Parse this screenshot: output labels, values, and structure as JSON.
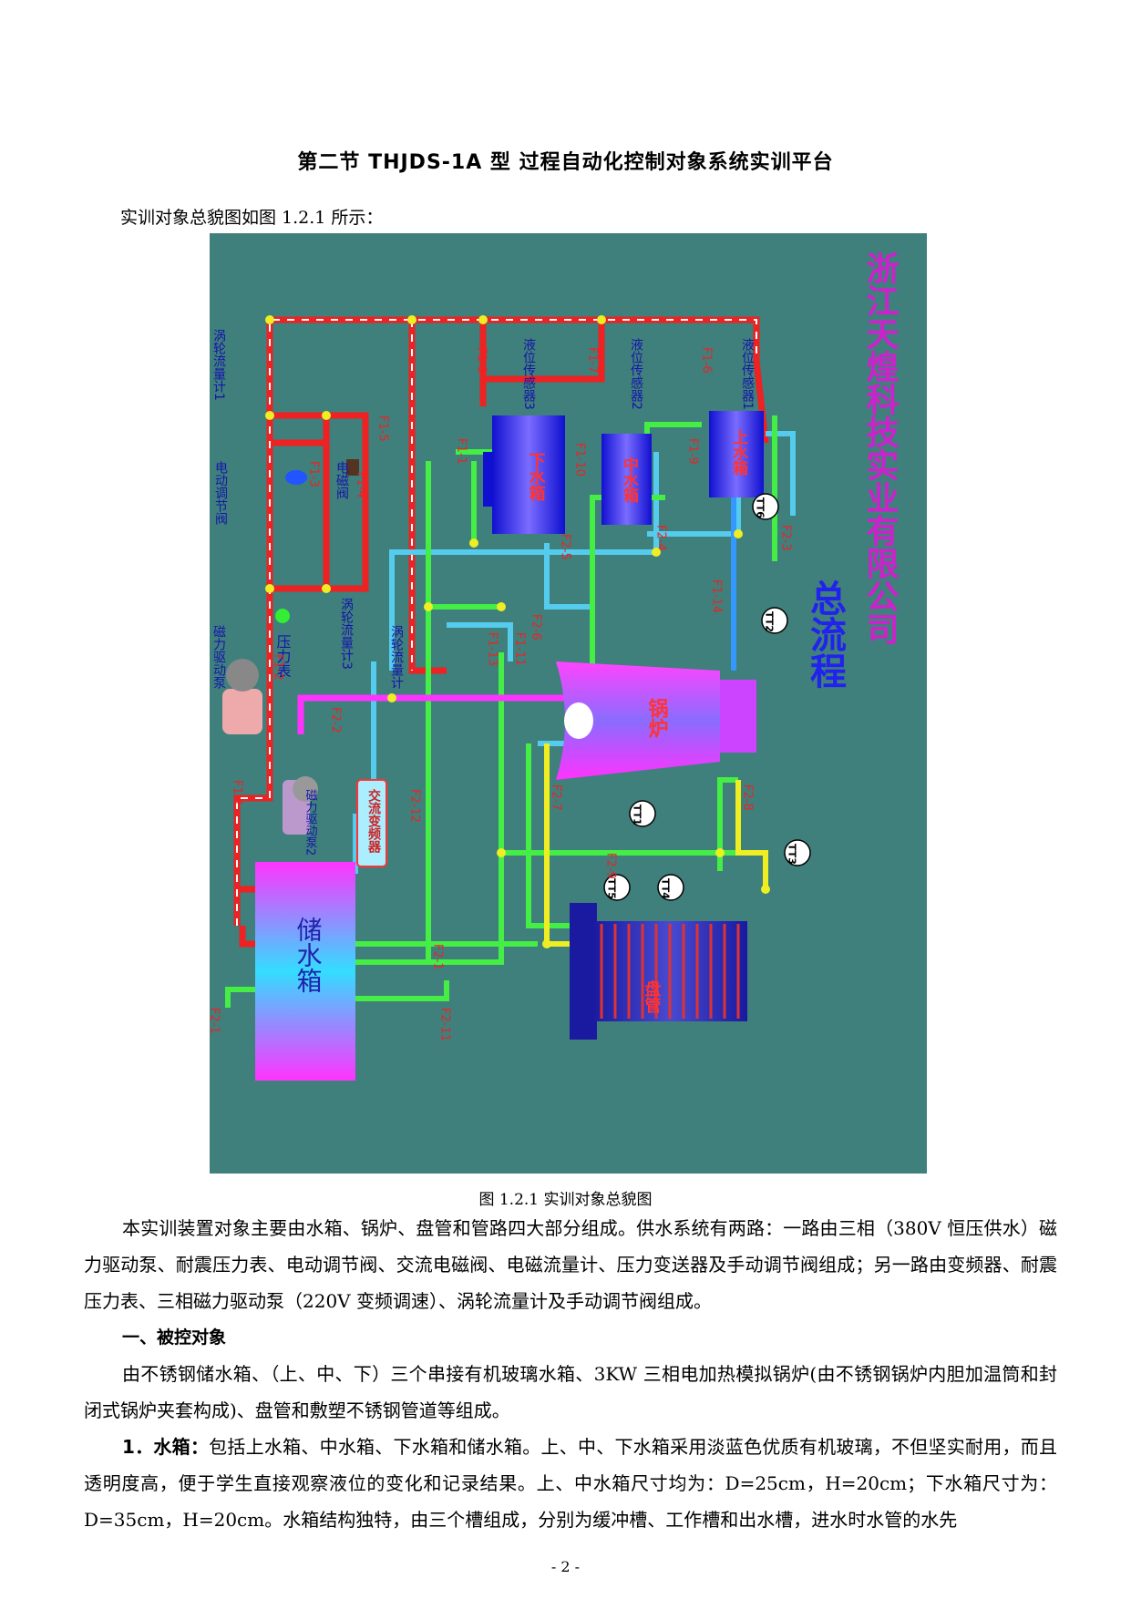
{
  "section_title": "第二节   THJDS-1A 型 过程自动化控制对象系统实训平台",
  "intro": "实训对象总貌图如图 1.2.1 所示：",
  "figure": {
    "company_title": "浙江天煌科技实业有限公司",
    "flow_title": "总流程",
    "labels": {
      "turbine_flow_1": "涡轮流量计1",
      "electric_valve": "电动调节阀",
      "solenoid_valve": "电磁阀",
      "pressure_gauge": "压力表",
      "mag_pump_1": "磁力驱动泵",
      "mag_pump_2": "磁力驱动泵2",
      "turbine_flow_3": "涡轮流量计3",
      "turbine_flow_2": "涡轮流量计",
      "vfd": "交流变频器",
      "level_sensor_3": "液位传感器3",
      "level_sensor_2": "液位传感器2",
      "level_sensor_1": "液位传感器1",
      "lower_tank": "下水箱",
      "middle_tank": "中水箱",
      "upper_tank": "上水箱",
      "boiler": "锅炉",
      "coil": "盘管",
      "storage_tank": "储水箱"
    },
    "valves": [
      "F1-5",
      "F1-8",
      "F1-7",
      "F1-6",
      "F1-1",
      "F1-10",
      "F1-9",
      "F1-3",
      "F1-4",
      "F2-5",
      "F2-4",
      "F2-3",
      "F1-14",
      "F2-6",
      "F1-13",
      "F1-11",
      "F1-2",
      "F2-2",
      "F2-12",
      "F1-1",
      "F2-7",
      "F2-8",
      "F2-9",
      "F2-1",
      "F2-11",
      "F2-1"
    ],
    "sensors": [
      "TT6",
      "TT2",
      "TT1",
      "TT5",
      "TT4",
      "TT3"
    ]
  },
  "caption": "图 1.2.1   实训对象总貌图",
  "paragraph1": "本实训装置对象主要由水箱、锅炉、盘管和管路四大部分组成。供水系统有两路：一路由三相（380V 恒压供水）磁力驱动泵、耐震压力表、电动调节阀、交流电磁阀、电磁流量计、压力变送器及手动调节阀组成；另一路由变频器、耐震压力表、三相磁力驱动泵（220V 变频调速）、涡轮流量计及手动调节阀组成。",
  "heading1": "一、被控对象",
  "paragraph2": "由不锈钢储水箱、（上、中、下）三个串接有机玻璃水箱、3KW 三相电加热模拟锅炉(由不锈钢锅炉内胆加温筒和封闭式锅炉夹套构成)、盘管和敷塑不锈钢管道等组成。",
  "paragraph3_lead": "1．水箱：",
  "paragraph3": "包括上水箱、中水箱、下水箱和储水箱。上、中、下水箱采用淡蓝色优质有机玻璃，不但坚实耐用，而且透明度高，便于学生直接观察液位的变化和记录结果。上、中水箱尺寸均为：D=25cm，H=20cm；下水箱尺寸为：D=35cm，H=20cm。水箱结构独特，由三个槽组成，分别为缓冲槽、工作槽和出水槽，进水时水管的水先",
  "page_number": "- 2 -"
}
